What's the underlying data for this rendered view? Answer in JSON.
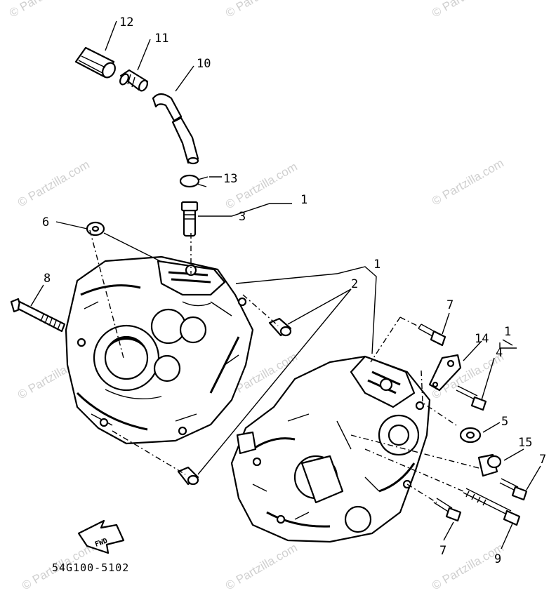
{
  "watermark": {
    "text": "© Partzilla.com"
  },
  "diagram_code": "54G100-5102",
  "fwd_label": "FWD",
  "callouts": {
    "c12": "12",
    "c11": "11",
    "c10": "10",
    "c13": "13",
    "c3": "3",
    "c1a": "1",
    "c6": "6",
    "c8": "8",
    "c1b": "1",
    "c2": "2",
    "c7a": "7",
    "c14": "14",
    "c1c": "1",
    "c4": "4",
    "c5": "5",
    "c15": "15",
    "c7b": "7",
    "c7c": "7",
    "c9": "9"
  }
}
